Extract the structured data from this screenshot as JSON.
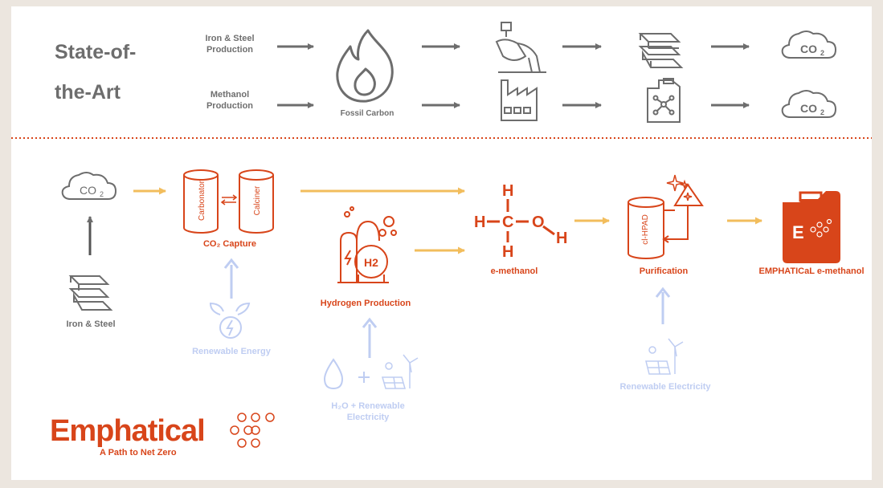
{
  "top": {
    "heading_line1": "State-of-",
    "heading_line2": "the-Art",
    "iron_label_line1": "Iron & Steel",
    "iron_label_line2": "Production",
    "methanol_label_line1": "Methanol",
    "methanol_label_line2": "Production",
    "fossil_label": "Fossil Carbon",
    "co2_text": "CO",
    "co2_sub": "2"
  },
  "bottom": {
    "co2_text": "CO",
    "co2_sub": "2",
    "iron_steel_label": "Iron & Steel",
    "carbonator_label": "Carbonator",
    "calciner_label": "Calciner",
    "co2_capture_label": "CO₂ Capture",
    "renewable_energy_label": "Renewable Energy",
    "hydrogen_production_label": "Hydrogen Production",
    "h2_text": "H2",
    "h2o_label_line1": "H₂O + Renewable",
    "h2o_label_line2": "Electricity",
    "e_methanol_label": "e-methanol",
    "hpad_label": "cl-HPAD",
    "purification_label": "Purification",
    "renewable_electricity_label": "Renewable Electricity",
    "product_label": "EMPHATICaL e-methanol",
    "canister_letter": "E",
    "methanol_formula": {
      "h_top": "H",
      "h_left": "H",
      "c": "C",
      "o": "O",
      "h_right": "H",
      "h_bottom": "H"
    }
  },
  "logo": {
    "name": "Emphatical",
    "tagline": "A Path to Net Zero"
  },
  "colors": {
    "gray": "#6d6d6d",
    "orange": "#d8451a",
    "yellow_arrow": "#f2bd5c",
    "light_blue": "#bfcdf2",
    "divider": "#d8451a"
  }
}
